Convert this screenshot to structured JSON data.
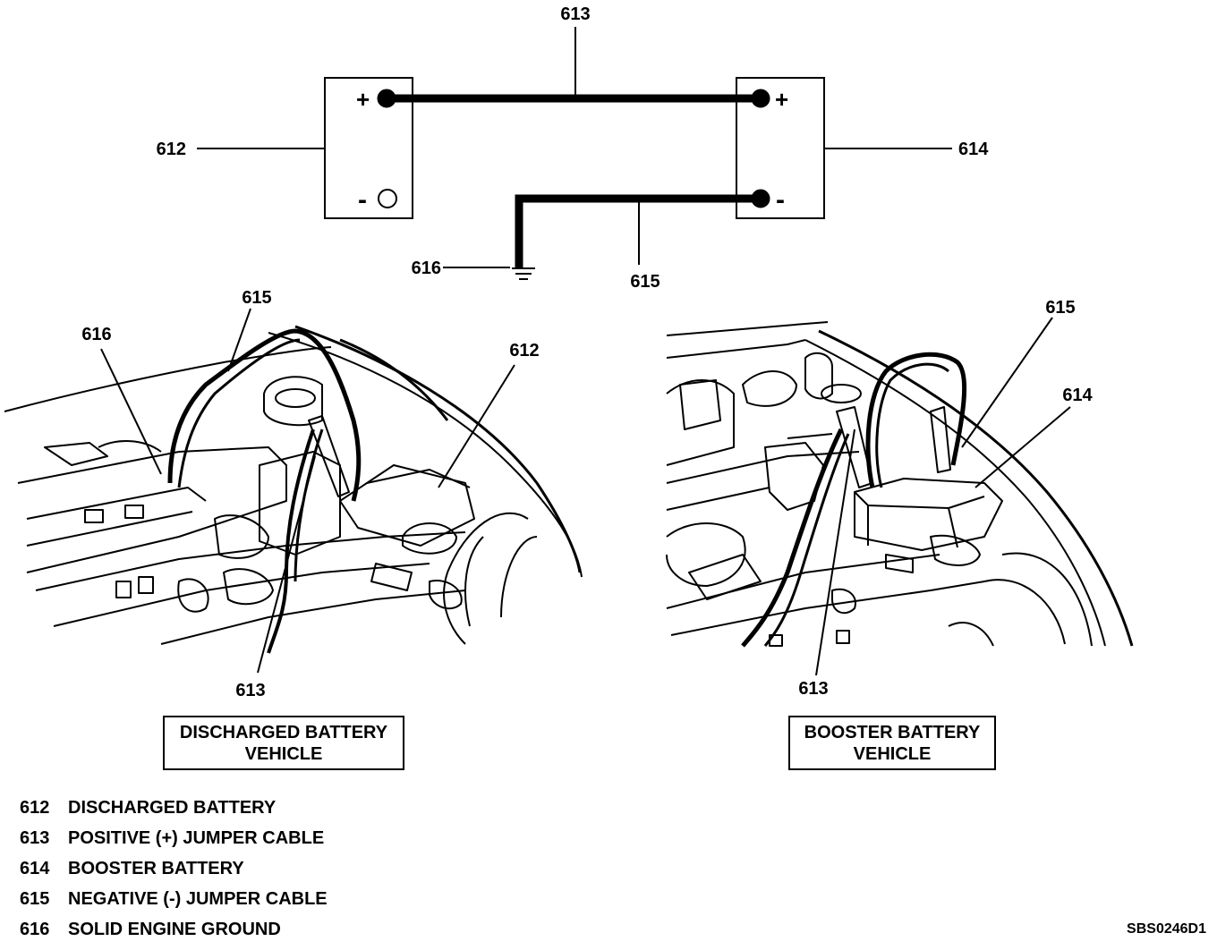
{
  "schematic": {
    "callout_612": "612",
    "callout_613": "613",
    "callout_614": "614",
    "callout_615": "615",
    "callout_616": "616",
    "left_battery_pos": "+",
    "left_battery_neg": "-",
    "right_battery_pos": "+",
    "right_battery_neg": "-"
  },
  "left_view": {
    "callout_615": "615",
    "callout_616": "616",
    "callout_612": "612",
    "callout_613": "613",
    "label_line1": "DISCHARGED BATTERY",
    "label_line2": "VEHICLE"
  },
  "right_view": {
    "callout_615": "615",
    "callout_614": "614",
    "callout_613": "613",
    "label_line1": "BOOSTER BATTERY",
    "label_line2": "VEHICLE"
  },
  "legend": [
    {
      "num": "612",
      "text": "DISCHARGED BATTERY"
    },
    {
      "num": "613",
      "text": "POSITIVE (+) JUMPER CABLE"
    },
    {
      "num": "614",
      "text": "BOOSTER BATTERY"
    },
    {
      "num": "615",
      "text": "NEGATIVE (-) JUMPER CABLE"
    },
    {
      "num": "616",
      "text": "SOLID ENGINE GROUND"
    }
  ],
  "figure_code": "SBS0246D1",
  "colors": {
    "ink": "#000000",
    "paper": "#ffffff"
  }
}
